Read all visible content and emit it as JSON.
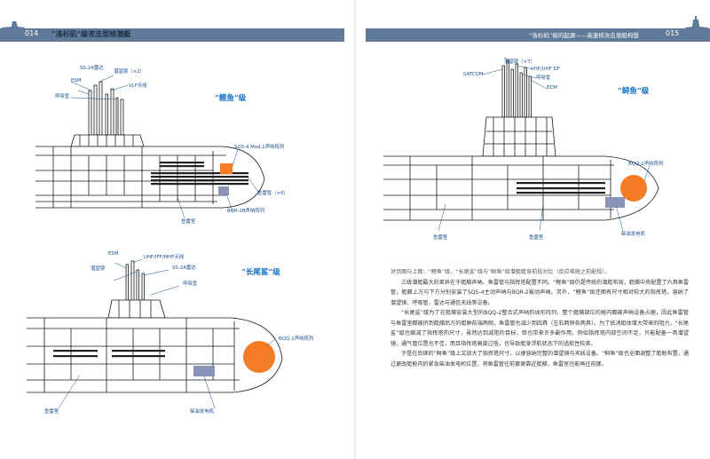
{
  "header_left": {
    "page_number": "014",
    "title": "“洛杉矶”级攻击型核潜艇"
  },
  "header_right": {
    "page_number": "015",
    "title": "“洛杉矶”级的起源——高速核攻击潜艇构想"
  },
  "diagram_skipjack": {
    "class_title": "“鲣鱼”级",
    "labels": {
      "periscope": "潜望镜（×2）",
      "ss2a": "SS-2A雷达",
      "esm": "ESM",
      "vlf": "VLF天线",
      "snorkel": "呼吸管",
      "sqs4": "SQS-4 Mod.1声呐阵列",
      "torpedo_tube": "鱼雷管（×6）",
      "bqr2b": "BQR-2B声呐阵列",
      "torpedo_room": "鱼雷室"
    }
  },
  "diagram_thresher": {
    "class_title": "“长尾鲨”级",
    "labels": {
      "esm": "ESM",
      "uhf": "UHF/IFF/MHF天线",
      "periscope": "潜望镜",
      "ss2a": "SS-2A雷达",
      "snorkel": "呼吸管",
      "bqq2": "BQQ-2声呐阵列",
      "torpedo_room": "鱼雷室",
      "diesel": "柴油发电机"
    }
  },
  "diagram_tullibee": {
    "class_title": "“鲟鱼”级",
    "labels": {
      "periscope": "潜望镜（×7）",
      "satcom": "SATCOM",
      "uhf": "VHF/UHF DF",
      "snorkel": "呼吸管",
      "ecm": "ECM",
      "bqq2": "BQQ-2声呐阵列",
      "torpedo_room": "鱼雷室",
      "torpedo_room2": "鱼雷室",
      "diesel": "柴油发电机"
    }
  },
  "body": {
    "caption": "对页图与上图：“鲣鱼”级、“长尾鲨”级与“鲟鱼”级潜艇艇身前段对比（反应堆舱之前配段）。",
    "paragraphs": [
      "三级潜艇最大的差异在于艇艏声呐、鱼雷管与指挥塔配置不同。“鲣鱼”级仍是传统的潜艇布局，艇艏中央配置了六具鱼雷管，艇艏上方与下方分别安装了SQS-4主动声呐与BQR-2被动声呐。另外，“鲣鱼”级还拥有尺寸相对较大的指挥塔，容纳了潜望镜、呼吸管、雷达与通信天线等设备。",
      "“长尾鲨”级为了在艇艏安装大型的BQQ-2整合式声呐的球形阵列，整个艇艏部位的舱内都被声呐设备占据，因此鱼雷管与鱼雷室都被挤到艇艏后方的艇舯前端两侧，鱼雷管也减少到四具（左右两侧各两具）。为了抵消艇体增大带来的阻力，“长尾鲨”级也缩减了指挥塔的尺寸，虽然达到减阻的目标，但也带来许多副作用，例如指挥塔内部空间不足，只能配备一具潜望镜，通气管位置也不佳，而且指挥塔高度过低，也导致艇身浮航状态下的适航性较差。",
      "于是在后继的“鲟鱼”级上又放大了指挥塔尺寸，以便容纳完整的潜望镜与天线设备。“鲟鱼”级也全面调整了艇舱布置，通过更改艇舱内的紧急柴油发电机位置，将鱼雷管往前挪更靠近艇艏，鱼雷室也能再往前挪。"
    ]
  },
  "colors": {
    "header_band": "#5f7b99",
    "label_blue": "#1d4f8a",
    "title_blue": "#1572c6",
    "sonar_orange": "#f37c25",
    "hull_line": "#1a1a1a"
  }
}
